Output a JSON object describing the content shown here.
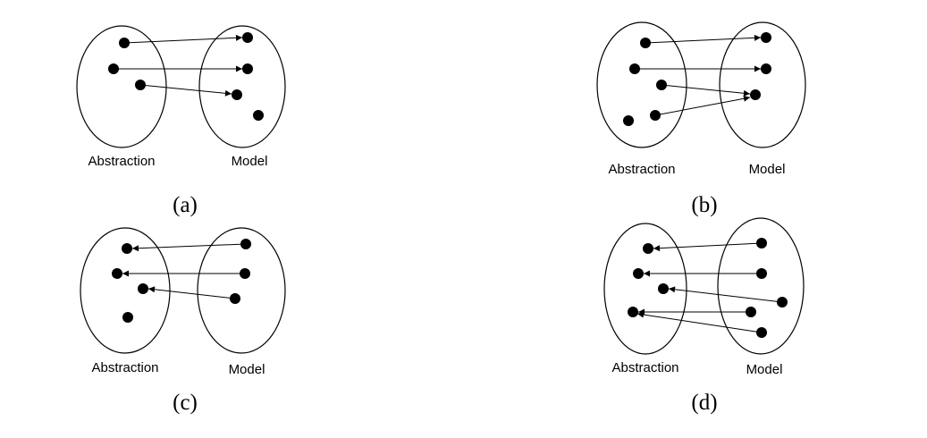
{
  "panels": [
    {
      "id": "a",
      "caption": "(a)",
      "left_label": "Abstraction",
      "right_label": "Model"
    },
    {
      "id": "b",
      "caption": "(b)",
      "left_label": "Abstraction",
      "right_label": "Model"
    },
    {
      "id": "c",
      "caption": "(c)",
      "left_label": "Abstraction",
      "right_label": "Model"
    },
    {
      "id": "d",
      "caption": "(d)",
      "left_label": "Abstraction",
      "right_label": "Model"
    }
  ]
}
